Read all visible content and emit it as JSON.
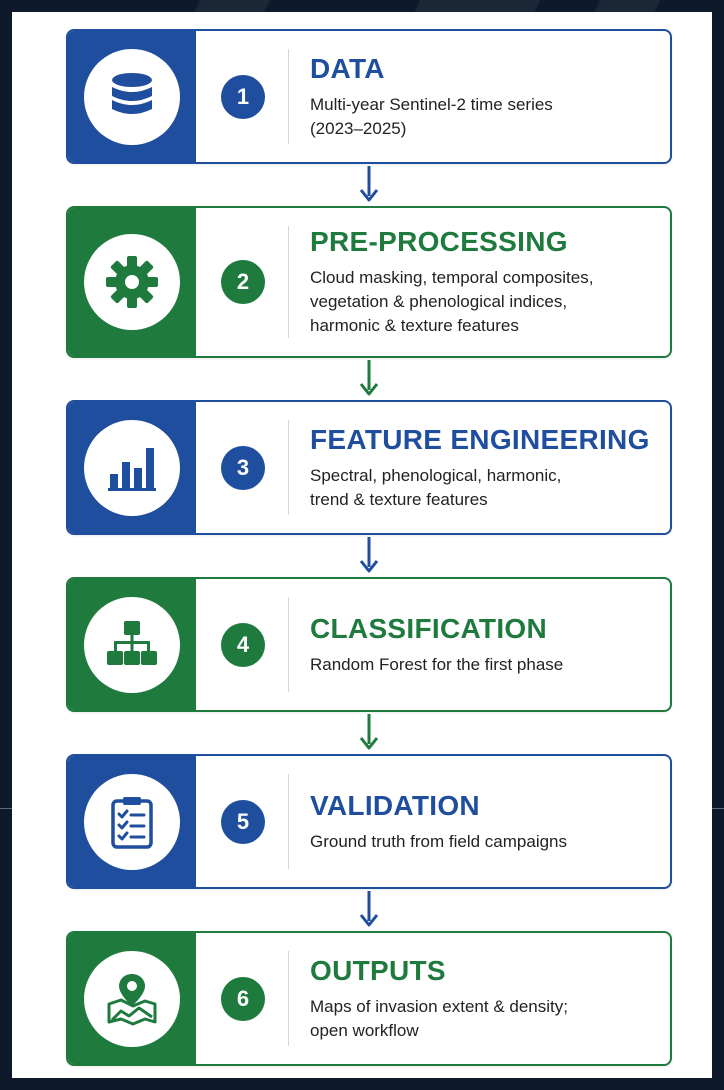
{
  "colors": {
    "blue": "#1f4e9e",
    "green": "#1f7a3e"
  },
  "steps": [
    {
      "number": "1",
      "title": "DATA",
      "lines": [
        "Multi-year Sentinel-2 time series",
        "(2023–2025)"
      ],
      "icon": "database-icon",
      "color": "blue"
    },
    {
      "number": "2",
      "title": "PRE-PROCESSING",
      "lines": [
        "Cloud masking, temporal composites,",
        "vegetation & phenological indices,",
        "harmonic & texture features"
      ],
      "icon": "gear-icon",
      "color": "green"
    },
    {
      "number": "3",
      "title": "FEATURE ENGINEERING",
      "lines": [
        "Spectral, phenological, harmonic,",
        "trend & texture features"
      ],
      "icon": "bar-chart-icon",
      "color": "blue"
    },
    {
      "number": "4",
      "title": "CLASSIFICATION",
      "lines": [
        "Random Forest for the first phase"
      ],
      "icon": "hierarchy-icon",
      "color": "green"
    },
    {
      "number": "5",
      "title": "VALIDATION",
      "lines": [
        "Ground truth from field campaigns"
      ],
      "icon": "clipboard-checklist-icon",
      "color": "blue"
    },
    {
      "number": "6",
      "title": "OUTPUTS",
      "lines": [
        "Maps of invasion extent & density;",
        "open workflow"
      ],
      "icon": "map-pin-icon",
      "color": "green"
    }
  ]
}
